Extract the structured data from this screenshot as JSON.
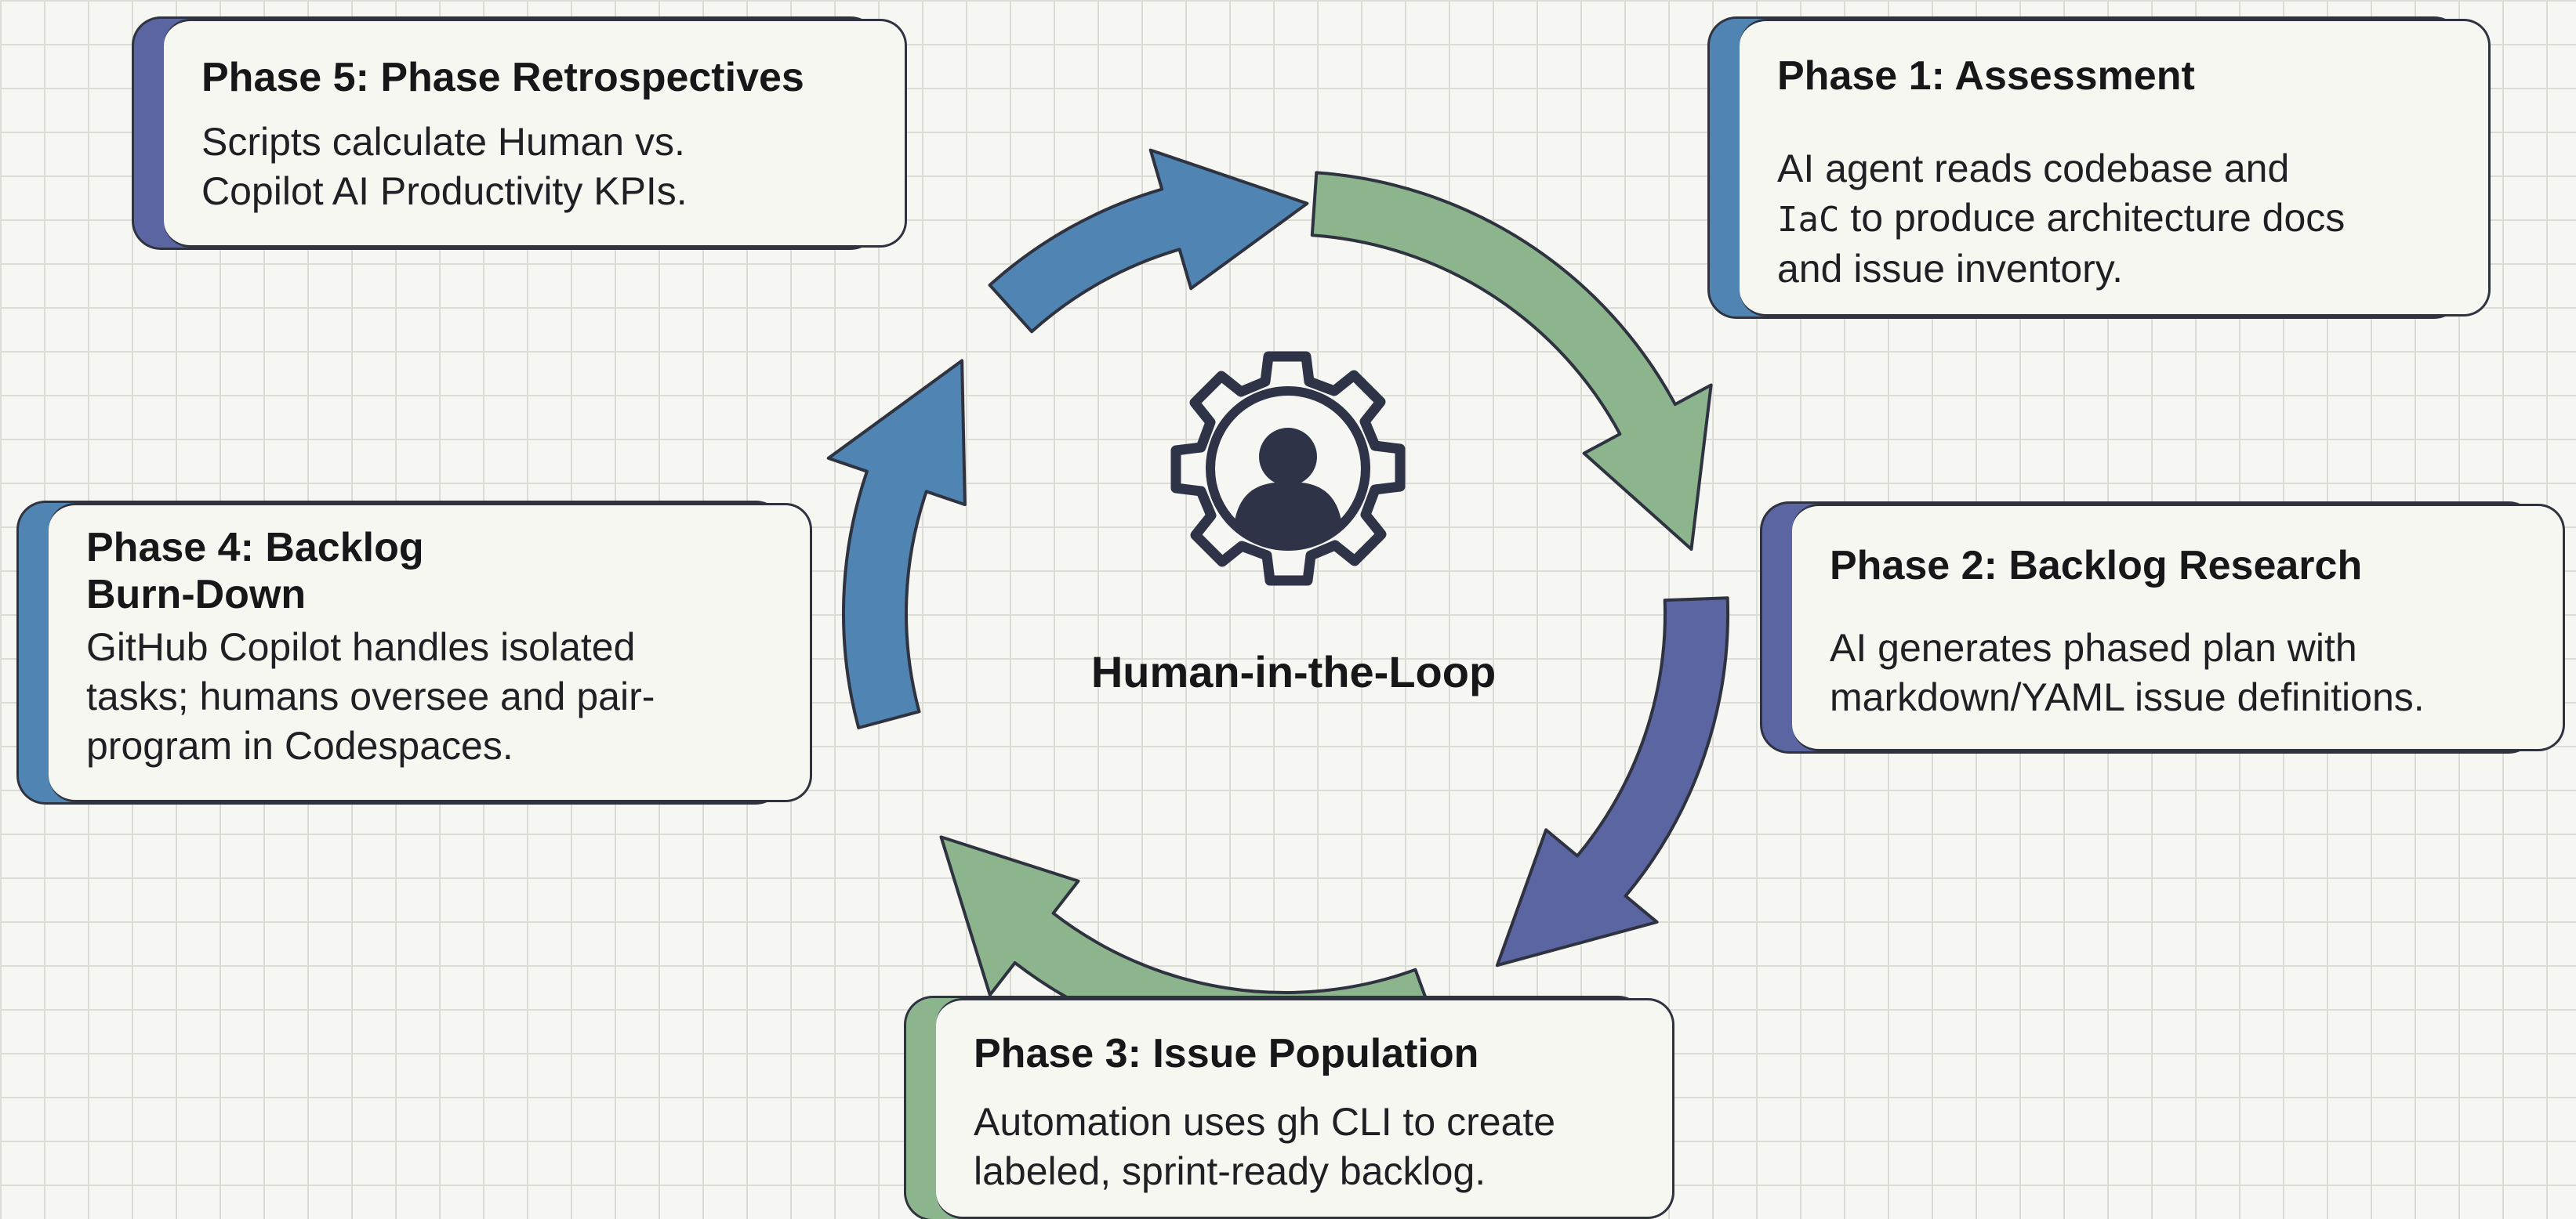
{
  "diagram": {
    "center_label": "Human-in-the-Loop",
    "center_icon": "gear-with-person-icon",
    "phases": [
      {
        "title": "Phase 1: Assessment",
        "body_lines": [
          "AI agent reads codebase and",
          "to produce architecture docs",
          "and issue inventory."
        ],
        "inline_code": "IaC",
        "accent": "#4f84b3",
        "arrow_color": "#8cb58e"
      },
      {
        "title": "Phase 2: Backlog Research",
        "body_lines": [
          "AI generates phased plan with",
          "markdown/YAML issue definitions."
        ],
        "accent": "#5a65a2",
        "arrow_color": "#5a65a2"
      },
      {
        "title": "Phase 3: Issue Population",
        "body_lines": [
          "Automation uses gh CLI to create",
          "labeled, sprint-ready backlog."
        ],
        "accent": "#8cb58e",
        "arrow_color": "#8cb58e"
      },
      {
        "title_lines": [
          "Phase 4: Backlog",
          "Burn-Down"
        ],
        "body_lines": [
          "GitHub Copilot handles isolated",
          "tasks; humans oversee and pair-",
          "program in Codespaces."
        ],
        "accent": "#4f84b3",
        "arrow_color": "#4f84b3"
      },
      {
        "title": "Phase 5: Phase Retrospectives",
        "body_lines": [
          "Scripts calculate Human vs.",
          "Copilot AI Productivity KPIs."
        ],
        "accent": "#5a65a2",
        "arrow_color": "#4f84b3"
      }
    ]
  }
}
